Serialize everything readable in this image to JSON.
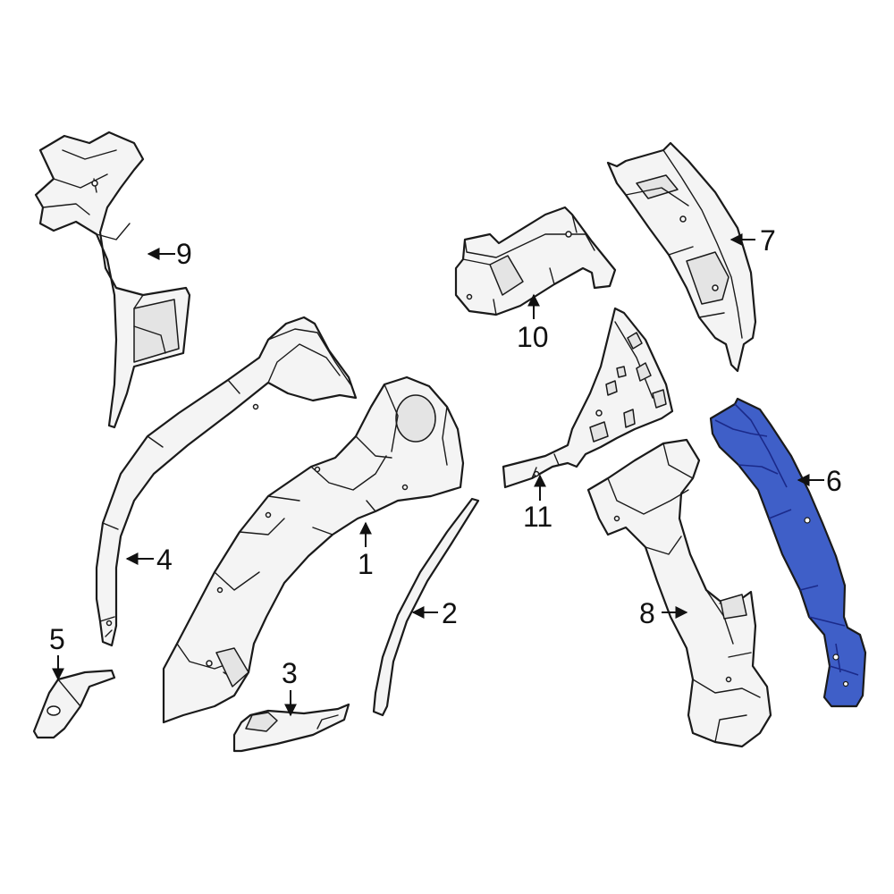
{
  "colors": {
    "line": "#1a1a1a",
    "part_fill": "#f4f4f4",
    "highlight_fill": "#3f5fc8",
    "background": "#ffffff"
  },
  "callouts": {
    "c1": "1",
    "c2": "2",
    "c3": "3",
    "c4": "4",
    "c5": "5",
    "c6": "6",
    "c7": "7",
    "c8": "8",
    "c9": "9",
    "c10": "10",
    "c11": "11"
  },
  "highlighted_part": "6"
}
